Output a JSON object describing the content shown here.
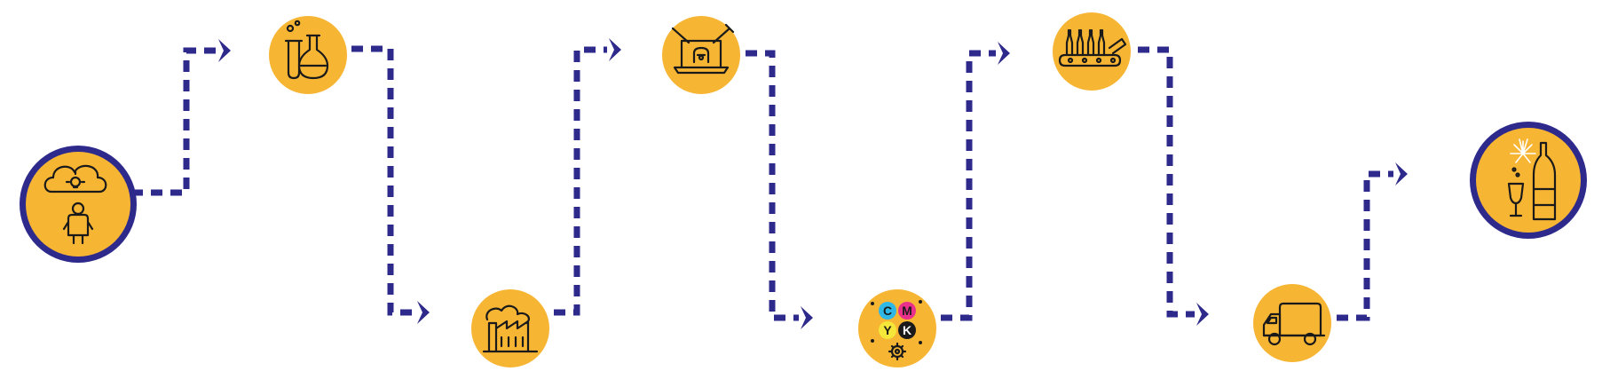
{
  "colors": {
    "node_fill": "#F7B534",
    "connector": "#2E2A8C",
    "ink": "#1a1a1a",
    "cmyk_cyan": "#2FB7E6",
    "cmyk_magenta": "#E8308C",
    "cmyk_yellow": "#F5E63A",
    "cmyk_key": "#1a1a1a"
  },
  "nodes": [
    {
      "id": "idea",
      "icon": "cloud-lightbulb-person-icon",
      "ring": true
    },
    {
      "id": "lab",
      "icon": "test-tube-flask-icon",
      "ring": false
    },
    {
      "id": "factory",
      "icon": "factory-icon",
      "ring": false
    },
    {
      "id": "design",
      "icon": "laptop-design-pen-icon",
      "ring": false
    },
    {
      "id": "print",
      "icon": "cmyk-gear-icon",
      "ring": false
    },
    {
      "id": "bottling",
      "icon": "bottling-conveyor-icon",
      "ring": false
    },
    {
      "id": "delivery",
      "icon": "delivery-truck-icon",
      "ring": false
    },
    {
      "id": "celebration",
      "icon": "champagne-fireworks-icon",
      "ring": true
    }
  ],
  "cmyk_letters": [
    "C",
    "M",
    "Y",
    "K"
  ]
}
